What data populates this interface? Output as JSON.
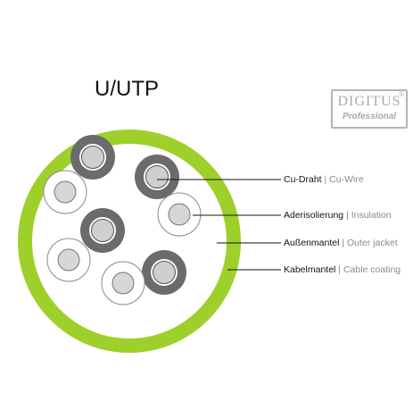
{
  "title": "U/UTP",
  "brand": {
    "name": "DIGITUS",
    "registered": "®",
    "sub": "Professional"
  },
  "labels": [
    {
      "de": "Cu-Draht",
      "sep": " | ",
      "en": "Cu-Wire"
    },
    {
      "de": "Aderisolierung",
      "sep": " | ",
      "en": "Insulation"
    },
    {
      "de": "Außenmantel",
      "sep": " | ",
      "en": "Outer jacket"
    },
    {
      "de": "Kabelmantel",
      "sep": " | ",
      "en": "Cable coating"
    }
  ],
  "colors": {
    "jacket": "#9fcf2a",
    "pair_dark": "#6b6b6b",
    "pair_light": "#d6d6d6",
    "line": "#111111"
  }
}
